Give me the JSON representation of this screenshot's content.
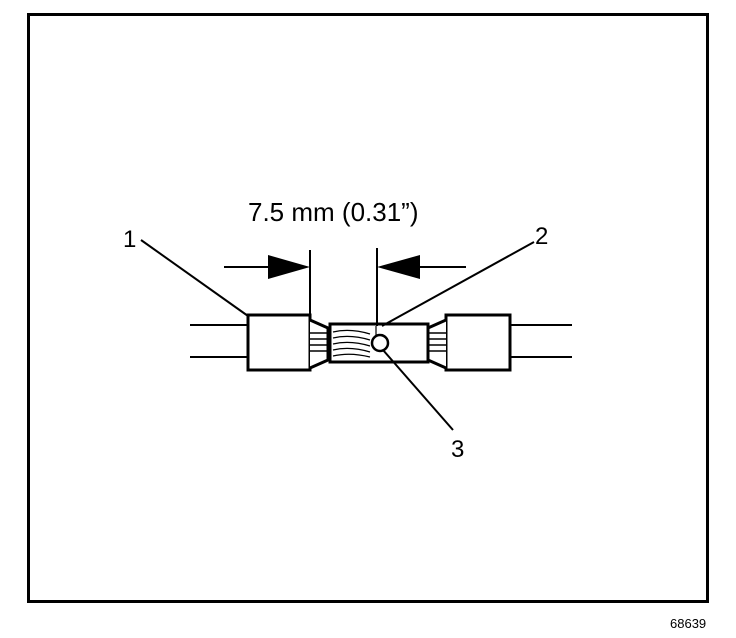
{
  "figure": {
    "dimension_label": "7.5 mm (0.31”)",
    "callouts": {
      "one": "1",
      "two": "2",
      "three": "3"
    },
    "figure_number": "68639"
  }
}
